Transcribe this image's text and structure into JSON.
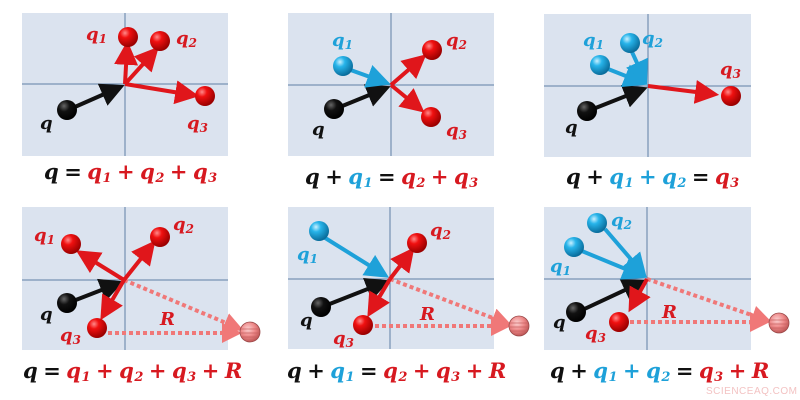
{
  "colors": {
    "panel_bg": "#dbe3ef",
    "axis": "#5f7fa6",
    "incoming_q": "#111111",
    "outgoing_red": "#e0161b",
    "incoming_blue": "#1ea1d9",
    "residual_R": "#f07878"
  },
  "panels": [
    {
      "id": "top-1",
      "labels": {
        "q": "q",
        "q1": "q",
        "q1_sub": "1",
        "q2": "q",
        "q2_sub": "2",
        "q3": "q",
        "q3_sub": "3"
      },
      "equation": {
        "lhs": [
          "q"
        ],
        "rhs": [
          "q1",
          "q2",
          "q3"
        ],
        "text": "q = q1 + q2 + q3"
      }
    },
    {
      "id": "top-2",
      "labels": {
        "q": "q",
        "q1": "q",
        "q1_sub": "1",
        "q2": "q",
        "q2_sub": "2",
        "q3": "q",
        "q3_sub": "3"
      },
      "equation": {
        "lhs": [
          "q",
          "q1"
        ],
        "rhs": [
          "q2",
          "q3"
        ],
        "text": "q + q1 = q2 + q3"
      }
    },
    {
      "id": "top-3",
      "labels": {
        "q": "q",
        "q1": "q",
        "q1_sub": "1",
        "q2": "q",
        "q2_sub": "2",
        "q3": "q",
        "q3_sub": "3"
      },
      "equation": {
        "lhs": [
          "q",
          "q1",
          "q2"
        ],
        "rhs": [
          "q3"
        ],
        "text": "q + q1 + q2 = q3"
      }
    },
    {
      "id": "bottom-1",
      "labels": {
        "q": "q",
        "q1": "q",
        "q1_sub": "1",
        "q2": "q",
        "q2_sub": "2",
        "q3": "q",
        "q3_sub": "3",
        "R": "R"
      },
      "equation": {
        "lhs": [
          "q"
        ],
        "rhs": [
          "q1",
          "q2",
          "q3",
          "R"
        ],
        "text": "q = q1 + q2 + q3 + R"
      }
    },
    {
      "id": "bottom-2",
      "labels": {
        "q": "q",
        "q1": "q",
        "q1_sub": "1",
        "q2": "q",
        "q2_sub": "2",
        "q3": "q",
        "q3_sub": "3",
        "R": "R"
      },
      "equation": {
        "lhs": [
          "q",
          "q1"
        ],
        "rhs": [
          "q2",
          "q3",
          "R"
        ],
        "text": "q + q1 = q2 + q3 + R"
      }
    },
    {
      "id": "bottom-3",
      "labels": {
        "q": "q",
        "q1": "q",
        "q1_sub": "1",
        "q2": "q",
        "q2_sub": "2",
        "q3": "q",
        "q3_sub": "3",
        "R": "R"
      },
      "equation": {
        "lhs": [
          "q",
          "q1",
          "q2"
        ],
        "rhs": [
          "q3",
          "R"
        ],
        "text": "q + q1 + q2 = q3 + R"
      }
    }
  ],
  "symbols": {
    "q": "q",
    "R": "R",
    "plus": "+",
    "equals": "=",
    "s1": "1",
    "s2": "2",
    "s3": "3"
  },
  "watermark": "SCIENCEAQ.COM"
}
